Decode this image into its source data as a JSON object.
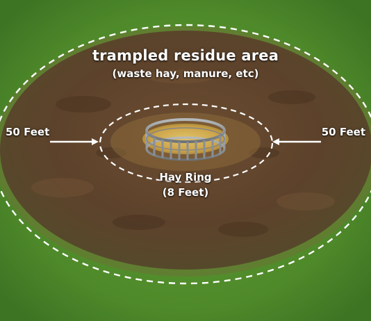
{
  "diagram": {
    "title": "trampled residue area",
    "subtitle": "(waste hay, manure, etc)",
    "left_distance": "50 Feet",
    "right_distance": "50 Feet",
    "ring_label": "Hay Ring",
    "ring_size": "(8 Feet)"
  },
  "colors": {
    "grass": "#4f8a2a",
    "dirt": "#5d422b",
    "hay": "#d3b151",
    "ring_metal": "#8a8f95",
    "label_text": "#ffffff",
    "dashed_outline": "#ffffff"
  }
}
